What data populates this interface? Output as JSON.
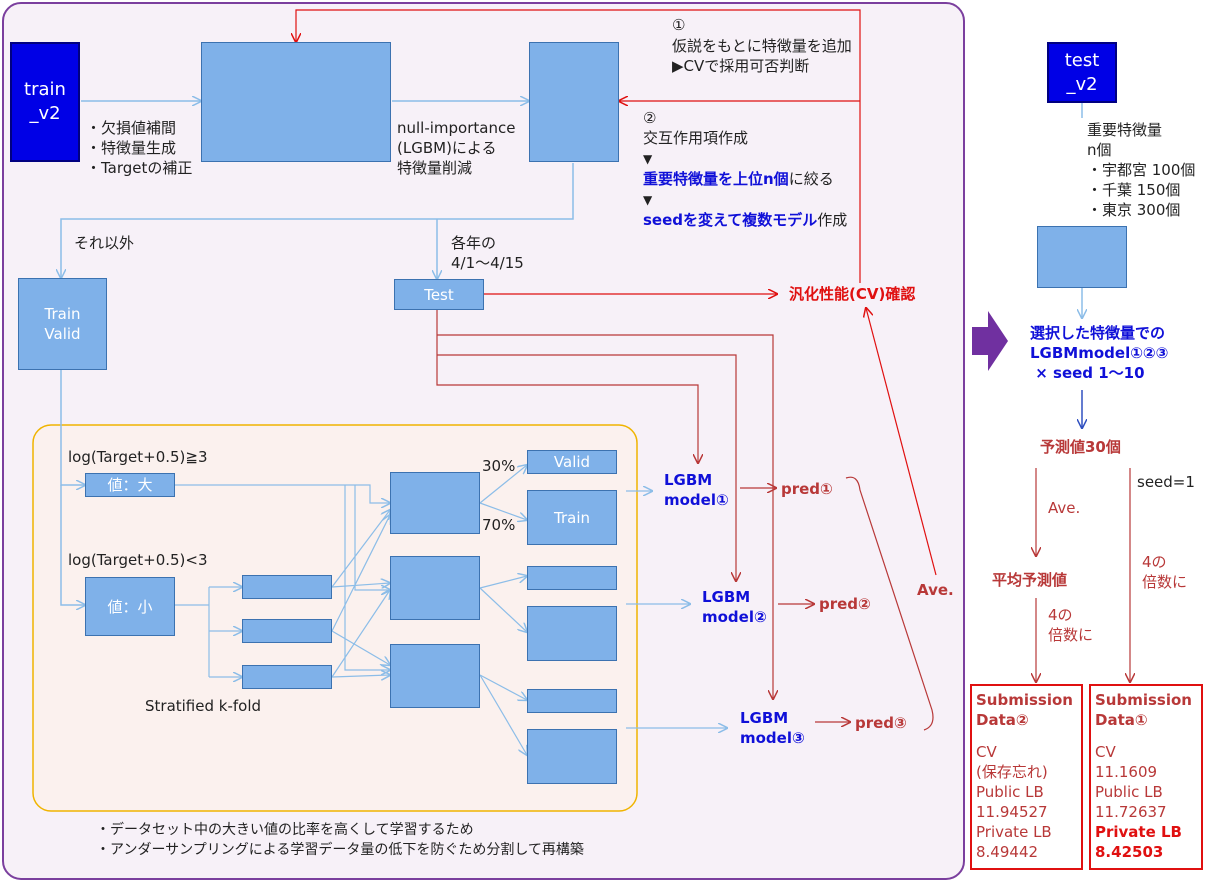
{
  "nodes": {
    "train": "train\n_v2",
    "test_v2": "test\n_v2",
    "train_valid": "Train\nValid",
    "test": "Test",
    "val_large": "値：大",
    "val_small": "値：小",
    "valid": "Valid",
    "train_box": "Train"
  },
  "labels": {
    "preprocess": "・欠損値補間\n・特徴量生成\n・Targetの補正",
    "null_importance": "null-importance\n(LGBM)による\n特徴量削減",
    "step1_num": "①",
    "step1_a": "仮説をもとに特徴量を追加",
    "step1_b": "▶CVで採用可否判断",
    "step2_num": "②",
    "step2_a": "交互作用項作成",
    "arrow_down_1": "▼",
    "step2_b_bold": "重要特徴量を上位n個",
    "step2_b_tail": "に絞る",
    "arrow_down_2": "▼",
    "step2_c_bold": "seedを変えて複数モデル",
    "step2_c_tail": "作成",
    "other": "それ以外",
    "each_year": "各年の\n4/1～4/15",
    "generalization": "汎化性能(CV)確認",
    "log_ge": "log(Target+0.5)≧3",
    "log_lt": "log(Target+0.5)<3",
    "pct30": "30%",
    "pct70": "70%",
    "stratified": "Stratified k-fold",
    "model1": "LGBM\nmodel①",
    "model2": "LGBM\nmodel②",
    "model3": "LGBM\nmodel③",
    "pred1": "pred①",
    "pred2": "pred②",
    "pred3": "pred③",
    "ave": "Ave.",
    "note1": "・データセット中の大きい値の比率を高くして学習するため",
    "note2": "・アンダーサンプリングによる学習データ量の低下を防ぐため分割して再構築",
    "important_features": "重要特徴量\nn個\n・宇都宮 100個\n・千葉 150個\n・東京 300個",
    "selected_models": "選択した特徴量での\nLGBMmodel①②③\n × seed 1～10",
    "pred30": "予測値30個",
    "ave_right": "Ave.",
    "seed1": "seed=1",
    "mean_pred": "平均予測値",
    "multiple4_a": "4の\n倍数に",
    "multiple4_b": "4の\n倍数に"
  },
  "submissions": [
    {
      "title": "Submission\nData②",
      "body": "CV\n(保存忘れ)\nPublic LB\n11.94527\nPrivate LB\n8.49442",
      "emph": ""
    },
    {
      "title": "Submission\nData①",
      "body": "CV\n11.1609\nPublic LB\n11.72637",
      "emph": "Private LB\n8.42503"
    }
  ],
  "colors": {
    "panel_border": "#7b3f9e",
    "panel_bg": "#f7f1f8",
    "box_fill": "#7fb1e9",
    "dark_fill": "#0000e6",
    "red": "#e01010",
    "dark_red": "#b83838",
    "blue_text": "#1010d8",
    "orange_border": "#f0b400"
  }
}
